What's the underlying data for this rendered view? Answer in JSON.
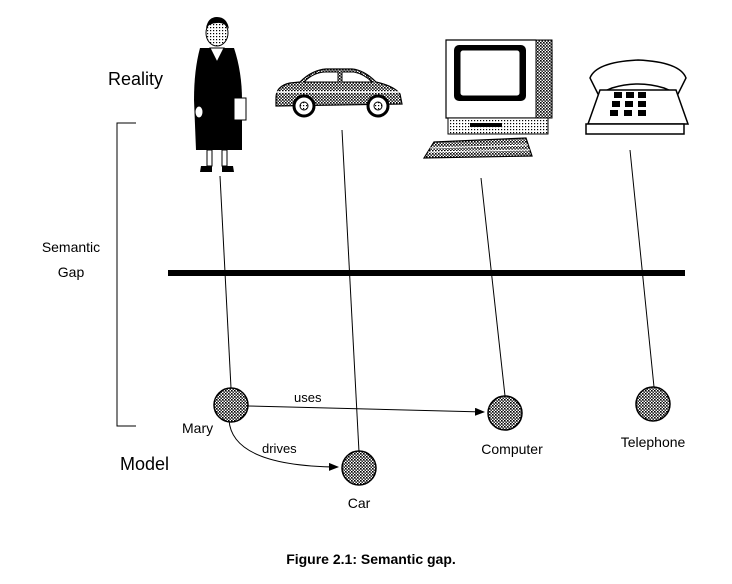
{
  "labels": {
    "reality": "Reality",
    "model": "Model",
    "semantic_line1": "Semantic",
    "semantic_line2": "Gap",
    "caption": "Figure 2.1:  Semantic gap."
  },
  "nodes": {
    "mary": "Mary",
    "car": "Car",
    "computer": "Computer",
    "telephone": "Telephone"
  },
  "edges": {
    "uses": "uses",
    "drives": "drives"
  },
  "icons": [
    "woman-icon",
    "car-icon",
    "computer-icon",
    "telephone-icon"
  ],
  "colors": {
    "ink": "#000000",
    "background": "#ffffff",
    "node_fill": "#9a9a9a"
  }
}
